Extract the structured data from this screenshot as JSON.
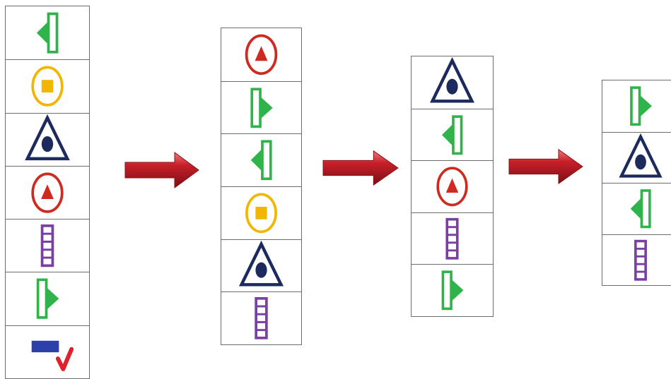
{
  "colors": {
    "green": "#2fb34a",
    "orange": "#f2b600",
    "gold_ring": "#f2b600",
    "navy": "#1c2a5e",
    "red": "#cf2a1f",
    "purple": "#7a3fa3",
    "blue": "#2d3fa8",
    "check_red": "#e0202a",
    "arrow_red": "#c8202a"
  },
  "columns": [
    {
      "id": "column-1",
      "items": [
        "flag-pointing-left-icon",
        "square-in-circle-icon",
        "dot-in-triangle-icon",
        "triangle-in-circle-icon",
        "ladder-bar-icon",
        "flag-pointing-right-icon",
        "blue-bar-with-checkmark-icon"
      ]
    },
    {
      "id": "column-2",
      "items": [
        "triangle-in-circle-icon",
        "flag-pointing-right-icon",
        "flag-pointing-left-icon",
        "square-in-circle-icon",
        "dot-in-triangle-icon",
        "ladder-bar-icon"
      ]
    },
    {
      "id": "column-3",
      "items": [
        "dot-in-triangle-icon",
        "flag-pointing-left-icon",
        "triangle-in-circle-icon",
        "ladder-bar-icon",
        "flag-pointing-right-icon"
      ]
    },
    {
      "id": "column-4",
      "items": [
        "flag-pointing-right-icon",
        "dot-in-triangle-icon",
        "flag-pointing-left-icon",
        "ladder-bar-icon"
      ]
    }
  ],
  "arrows": [
    "right-arrow-icon",
    "right-arrow-icon",
    "right-arrow-icon"
  ]
}
